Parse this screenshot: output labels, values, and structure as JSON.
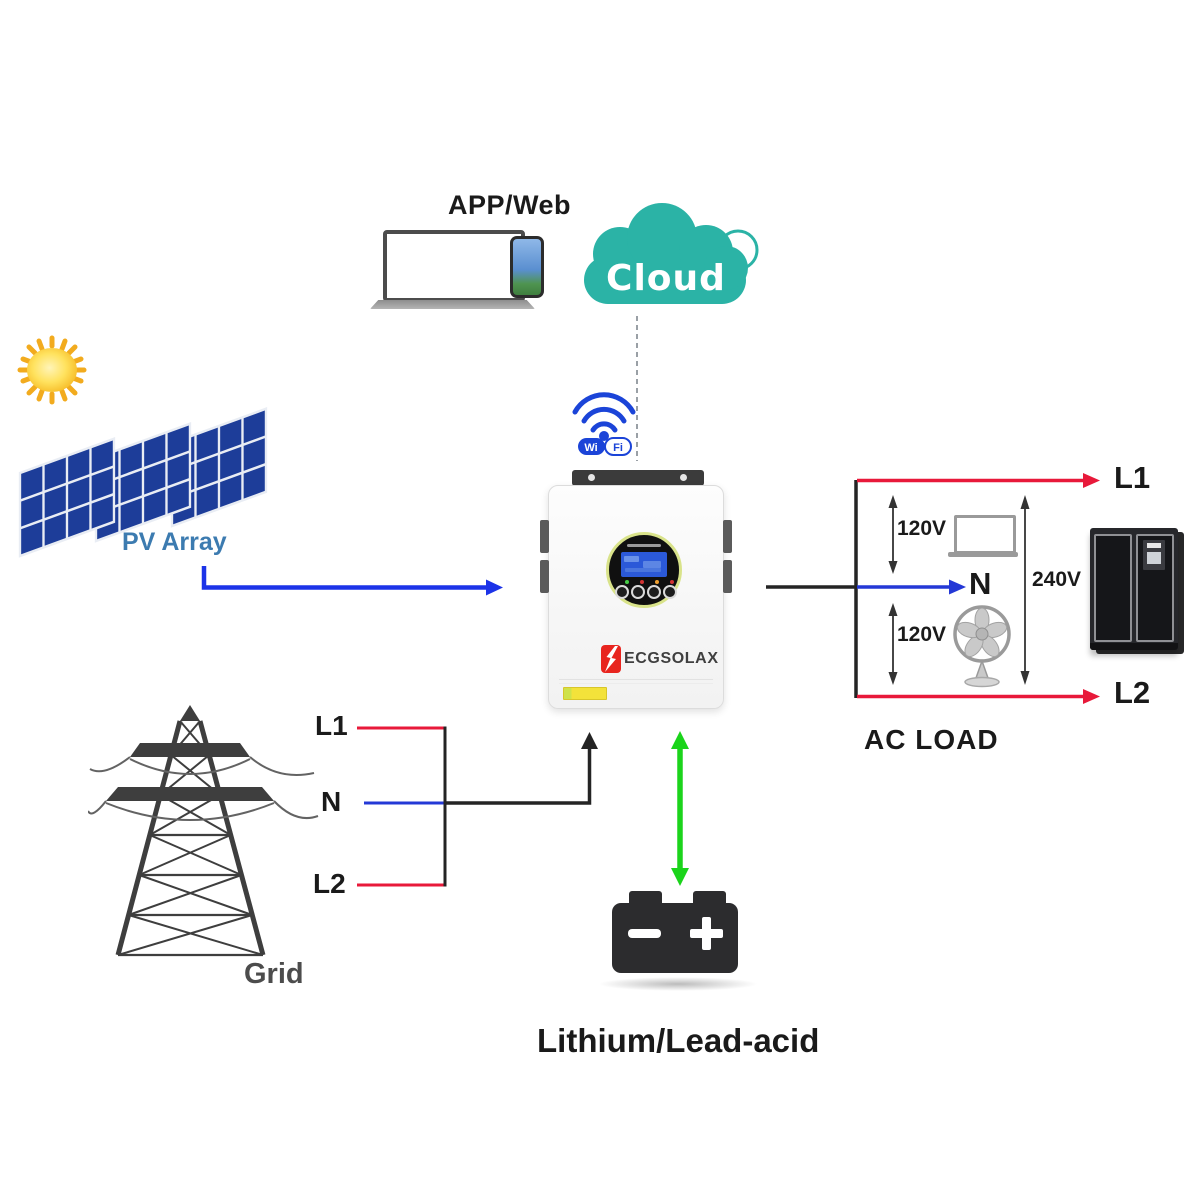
{
  "top": {
    "app_web_label": "APP/Web",
    "cloud_label": "Cloud",
    "wifi_wi": "Wi",
    "wifi_fi": "Fi"
  },
  "pv": {
    "label": "PV Array"
  },
  "grid": {
    "label": "Grid",
    "l1": "L1",
    "n": "N",
    "l2": "L2"
  },
  "inverter": {
    "brand": "ECGSOLAX"
  },
  "ac_load": {
    "label": "AC LOAD",
    "l1": "L1",
    "n": "N",
    "l2": "L2",
    "v120_top": "120V",
    "v120_bottom": "120V",
    "v240": "240V"
  },
  "battery": {
    "label": "Lithium/Lead-acid"
  },
  "colors": {
    "cloud_teal": "#2bb3a6",
    "wire_red": "#e8193a",
    "wire_blue": "#2438d6",
    "pv_arrow_blue": "#1c33e8",
    "battery_arrow_green": "#1bd41b",
    "wire_black": "#242424",
    "pv_panel_blue": "#1d3d99",
    "pv_label_blue": "#3c7bb0",
    "logo_red": "#e8251f"
  }
}
